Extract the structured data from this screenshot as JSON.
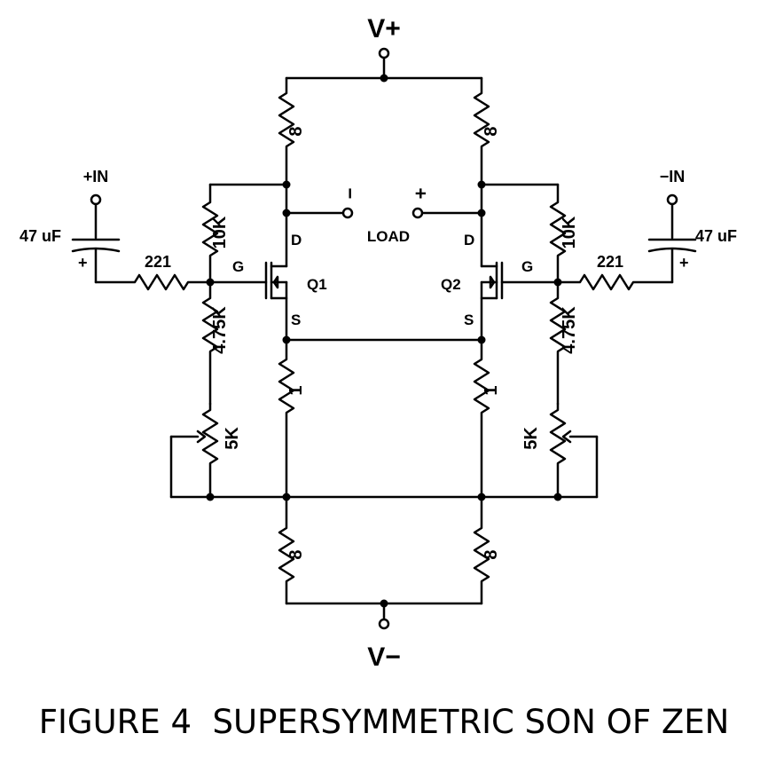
{
  "rails": {
    "vplus": "V+",
    "vminus": "V−"
  },
  "inputs": {
    "plus_in": "+IN",
    "minus_in": "−IN",
    "cap_value_left": "47 uF",
    "cap_value_right": "47 uF",
    "cap_polarity": "+"
  },
  "load": {
    "label": "LOAD",
    "minus": "−",
    "plus": "+"
  },
  "resistors": {
    "r_top": "8",
    "r_gate_divider_top": "10K",
    "r_gate_series": "221",
    "r_gate_divider_bottom": "4.75K",
    "r_source": "1",
    "r_bottom": "8",
    "trim_pot": "5K"
  },
  "transistors": {
    "q1": "Q1",
    "q2": "Q2",
    "drain": "D",
    "gate": "G",
    "source": "S"
  },
  "caption": "FIGURE 4  SUPERSYMMETRIC SON OF ZEN"
}
